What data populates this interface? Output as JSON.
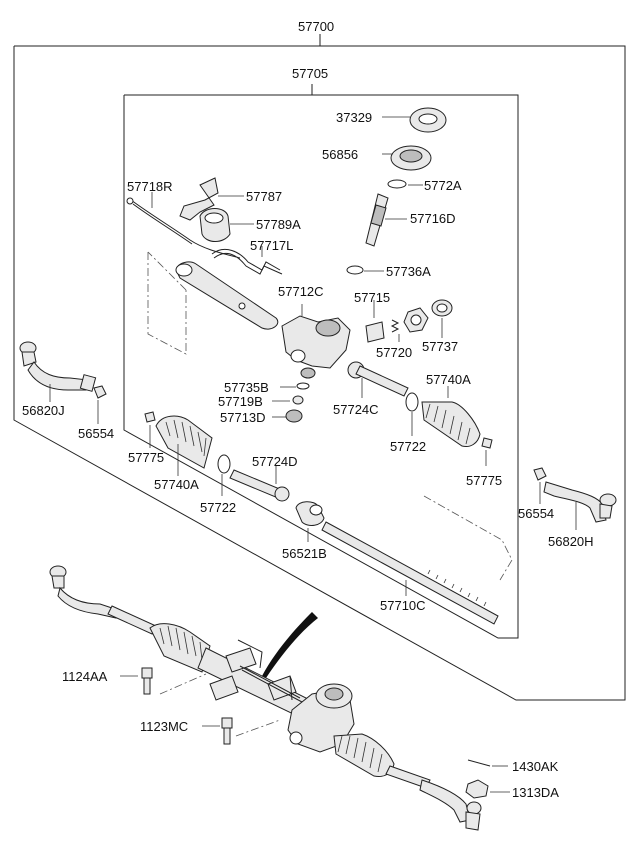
{
  "labels": {
    "l57700": "57700",
    "l57705": "57705",
    "l37329": "37329",
    "l56856": "56856",
    "l5772A": "5772A",
    "l57716D": "57716D",
    "l57736A": "57736A",
    "l57718R": "57718R",
    "l57787": "57787",
    "l57789A": "57789A",
    "l57717L": "57717L",
    "l57712C": "57712C",
    "l57715": "57715",
    "l57720": "57720",
    "l57737": "57737",
    "l57735B": "57735B",
    "l57719B": "57719B",
    "l57713D": "57713D",
    "l57724C": "57724C",
    "l57740A_r": "57740A",
    "l57722_r": "57722",
    "l57775_r": "57775",
    "l57775_l": "57775",
    "l57740A_l": "57740A",
    "l57724D": "57724D",
    "l57722_l": "57722",
    "l56521B": "56521B",
    "l57710C": "57710C",
    "l56820J": "56820J",
    "l56554_l": "56554",
    "l56554_r": "56554",
    "l56820H": "56820H",
    "l1124AA": "1124AA",
    "l1123MC": "1123MC",
    "l1430AK": "1430AK",
    "l1313DA": "1313DA"
  }
}
